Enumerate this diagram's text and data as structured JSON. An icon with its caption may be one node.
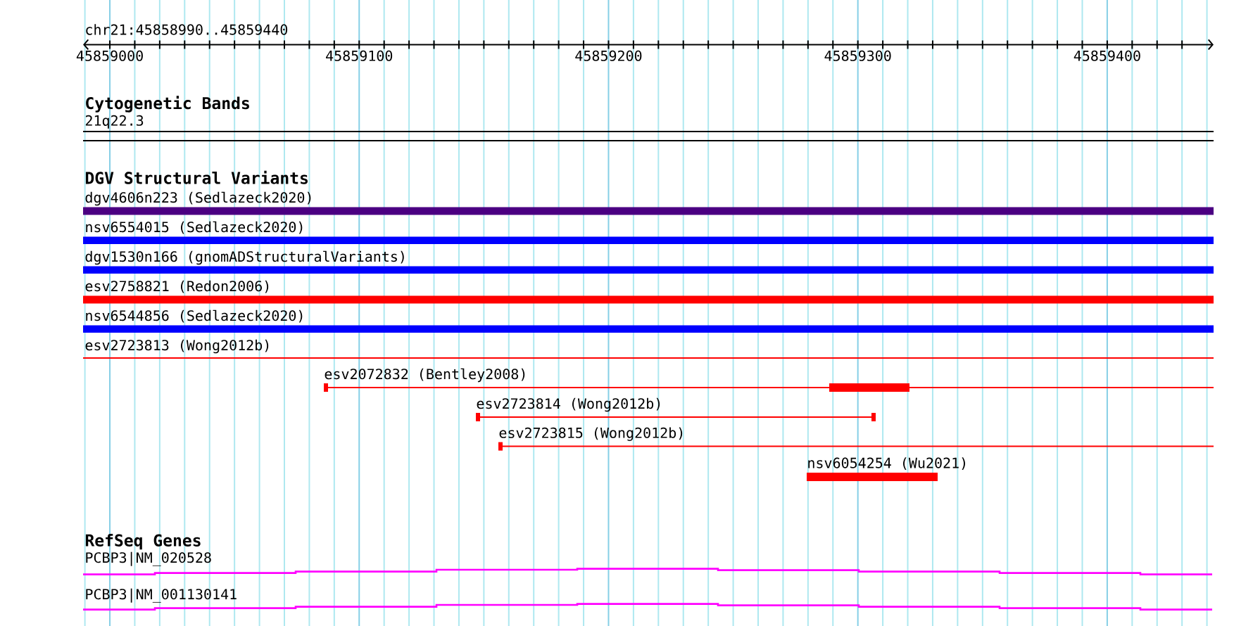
{
  "diagram": {
    "title": "chr21:45858990..45859440",
    "nodes": [
      {
        "text": [
          "21q22.3"
        ]
      },
      {
        "text": [
          "dgv4606n223 (Sedlazeck2020)"
        ]
      },
      {
        "text": [
          "nsv6554015 (Sedlazeck2020)"
        ]
      },
      {
        "text": [
          "dgv1530n166 (gnomADStructuralVariants)"
        ]
      },
      {
        "text": [
          "esv2758821 (Redon2006)"
        ]
      },
      {
        "text": [
          "nsv6544856 (Sedlazeck2020)"
        ]
      },
      {
        "text": [
          "esv2723813 (Wong2012b)"
        ]
      },
      {
        "text": [
          "esv2072832 (Bentley2008)"
        ]
      },
      {
        "text": [
          "esv2723814 (Wong2012b)"
        ]
      },
      {
        "text": [
          "esv2723815 (Wong2012b)"
        ]
      },
      {
        "text": [
          "nsv6054254 (Wu2021)"
        ]
      },
      {
        "text": [
          "PCBP3|NM_020528"
        ]
      },
      {
        "text": [
          "PCBP3|NM_001130141"
        ]
      }
    ],
    "labels": [
      "45859000",
      "45859100",
      "45859200",
      "45859300",
      "45859400",
      "Cytogenetic Bands",
      "DGV Structural Variants",
      "RefSeq Genes"
    ]
  }
}
